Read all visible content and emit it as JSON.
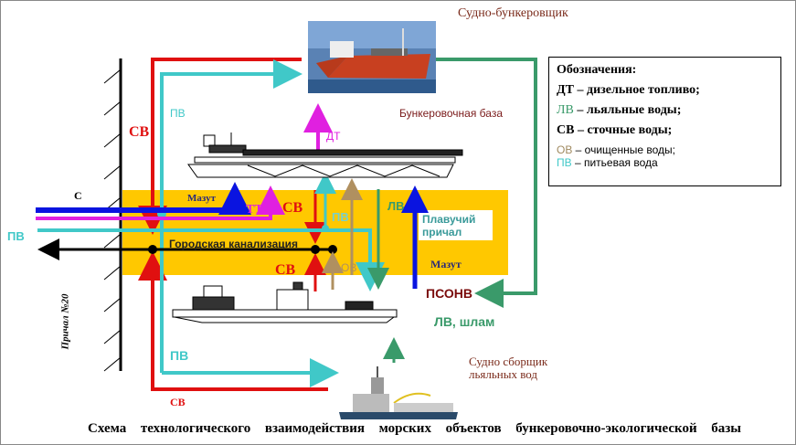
{
  "title_tanker": "Судно-бункеровщик",
  "title_base": "Бункеровочная база",
  "title_collector": "Судно сборщик льяльных вод",
  "floating_pier": "Плавучий причал",
  "pier_label": "Причал №20",
  "city_sewer": "Городская канализация",
  "psonv": "ПСОНВ",
  "labels": {
    "sv": "СВ",
    "pv": "ПВ",
    "dt": "ДТ",
    "tt": "ТТ",
    "lv": "ЛВ",
    "ov": "ОВ",
    "mazut": "Мазут",
    "c": "С",
    "lv_shlam": "ЛВ, шлам"
  },
  "legend": {
    "title": "Обозначения:",
    "items": [
      {
        "code": "ДТ",
        "text": " – дизельное топливо;",
        "color": "#000000"
      },
      {
        "code": "ЛВ",
        "text": " – льяльные воды;",
        "color": "#3a9a6a"
      },
      {
        "code": "СВ",
        "text": " – сточные воды;",
        "color": "#000000"
      },
      {
        "code": "ОВ",
        "text": " – очищенные воды;",
        "color": "#a08a60"
      },
      {
        "code": "ПВ",
        "text": " – питьевая вода",
        "color": "#40c8c8"
      }
    ]
  },
  "caption": [
    "Схема",
    "технологического",
    "взаимодействия",
    "морских",
    "объектов",
    "бункеровочно-экологической",
    "базы"
  ],
  "colors": {
    "sv": "#e01010",
    "pv": "#40c8c8",
    "lv": "#3a9a6a",
    "ov": "#b09060",
    "mazut": "#0a14e0",
    "dt": "#e020e0",
    "band": "#ffc800"
  }
}
